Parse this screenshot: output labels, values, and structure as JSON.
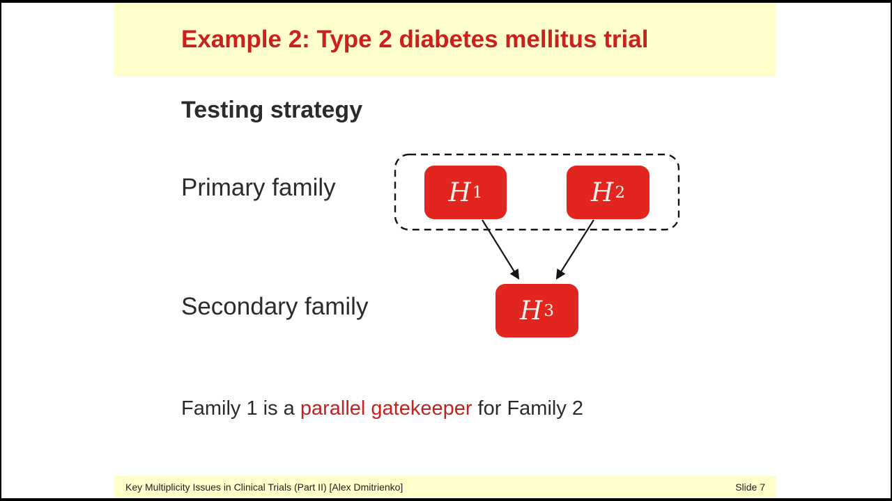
{
  "header": {
    "title": "Example 2: Type 2 diabetes mellitus trial"
  },
  "body": {
    "heading": "Testing strategy",
    "row_labels": {
      "primary": "Primary family",
      "secondary": "Secondary family"
    },
    "nodes": [
      {
        "name": "H1",
        "label": "H",
        "sub": "1"
      },
      {
        "name": "H2",
        "label": "H",
        "sub": "2"
      },
      {
        "name": "H3",
        "label": "H",
        "sub": "3"
      }
    ],
    "note": {
      "prefix": "Family 1 is a ",
      "highlight": "parallel gatekeeper",
      "suffix": " for Family 2"
    }
  },
  "footer": {
    "left": "Key Multiplicity Issues in Clinical Trials (Part II) [Alex Dmitrienko]",
    "right": "Slide 7"
  },
  "colors": {
    "band_yellow": "#FFFFCC",
    "title_red": "#C92020",
    "node_red": "#E2261F",
    "highlight_red": "#C3211F",
    "text_dark": "#2B2B2B",
    "node_text": "#F7F1EA",
    "line_black": "#141414"
  }
}
